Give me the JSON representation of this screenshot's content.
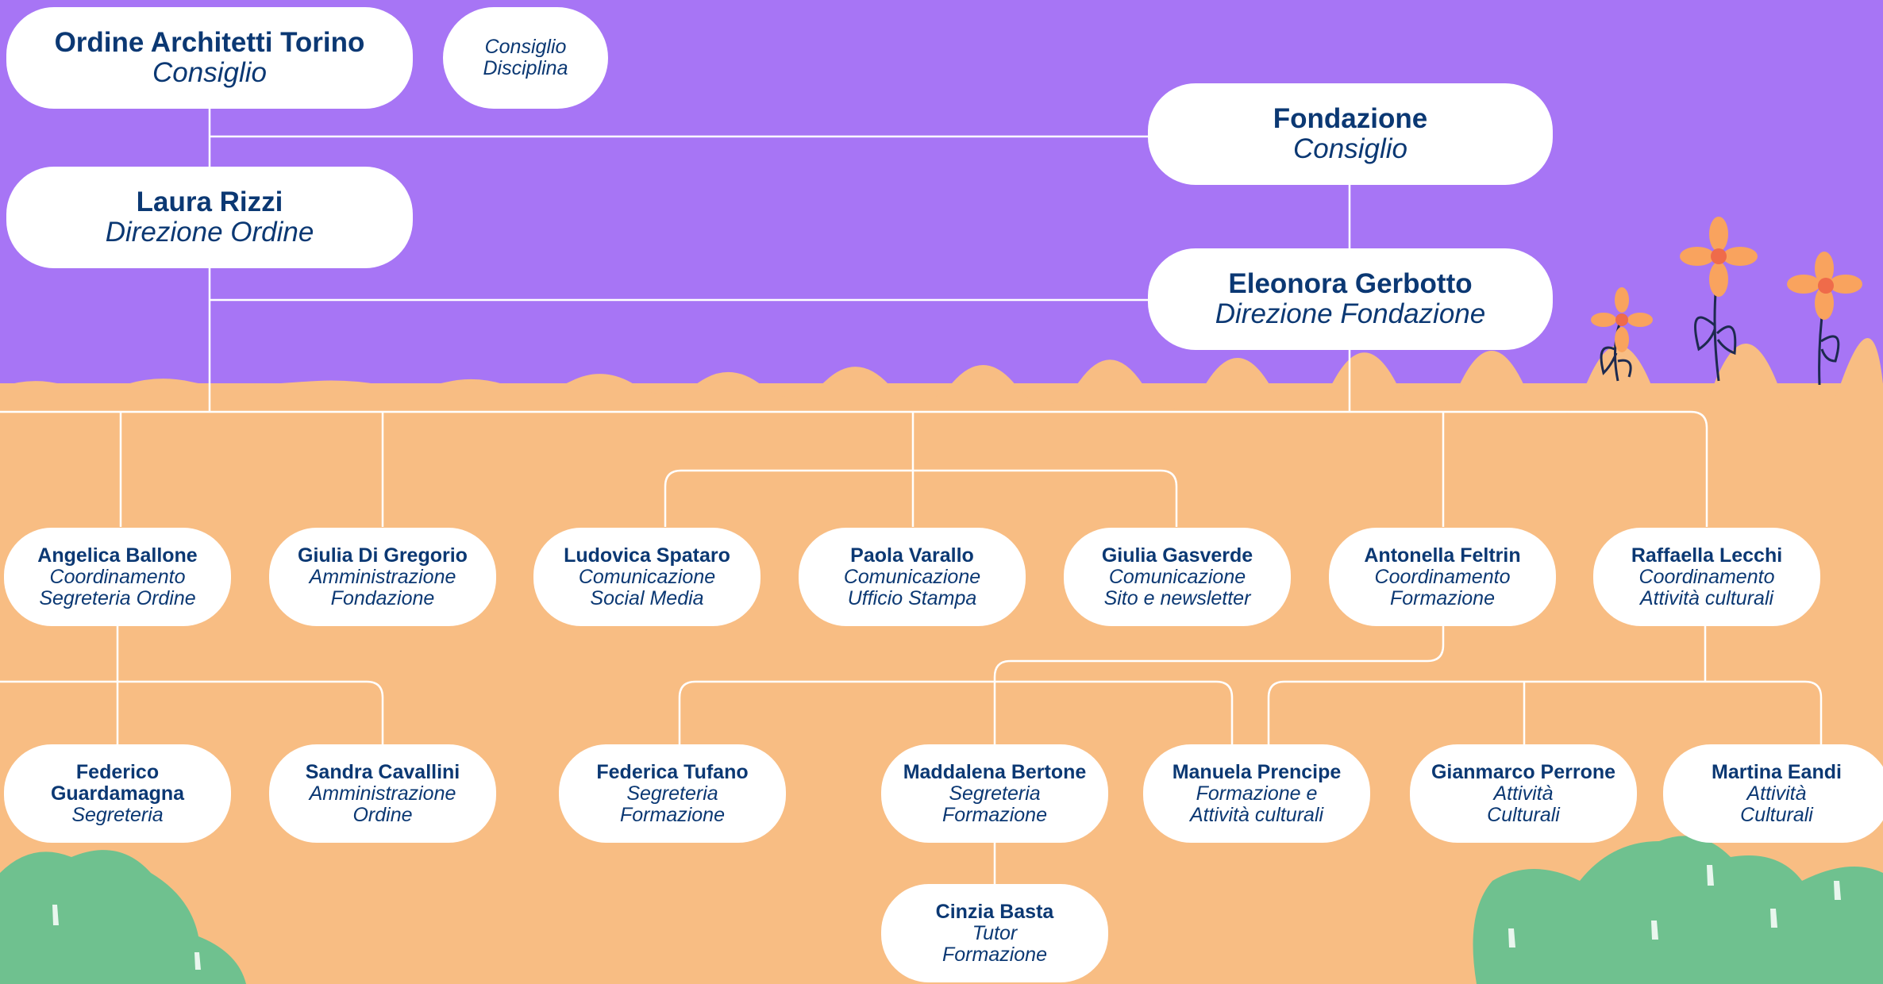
{
  "colors": {
    "sky": "#a775f5",
    "ground": "#f8bd83",
    "line": "#ffffff",
    "node_bg": "#ffffff",
    "text": "#0b3873",
    "bush": "#6fc18f",
    "flower": "#f9a35e",
    "flower_center": "#ef6b4a",
    "stem": "#1d2a4f"
  },
  "decorations": [
    "flower-icon",
    "flower-icon",
    "flower-icon",
    "bush-icon",
    "bush-icon"
  ],
  "nodes": {
    "ordine": {
      "name": "Ordine Architetti Torino",
      "role": "Consiglio"
    },
    "disciplina": {
      "line1": "Consiglio",
      "line2": "Disciplina"
    },
    "rizzi": {
      "name": "Laura Rizzi",
      "role": "Direzione Ordine"
    },
    "fondazione": {
      "name": "Fondazione",
      "role": "Consiglio"
    },
    "gerbotto": {
      "name": "Eleonora Gerbotto",
      "role": "Direzione Fondazione"
    },
    "ballone": {
      "name": "Angelica Ballone",
      "role1": "Coordinamento",
      "role2": "Segreteria Ordine"
    },
    "digregorio": {
      "name": "Giulia Di Gregorio",
      "role1": "Amministrazione",
      "role2": "Fondazione"
    },
    "spataro": {
      "name": "Ludovica Spataro",
      "role1": "Comunicazione",
      "role2": "Social Media"
    },
    "varallo": {
      "name": "Paola Varallo",
      "role1": "Comunicazione",
      "role2": "Ufficio Stampa"
    },
    "gasverde": {
      "name": "Giulia Gasverde",
      "role1": "Comunicazione",
      "role2": "Sito e newsletter"
    },
    "feltrin": {
      "name": "Antonella Feltrin",
      "role1": "Coordinamento",
      "role2": "Formazione"
    },
    "lecchi": {
      "name": "Raffaella Lecchi",
      "role1": "Coordinamento",
      "role2": "Attività culturali"
    },
    "guardamagna": {
      "name1": "Federico",
      "name2": "Guardamagna",
      "role": "Segreteria"
    },
    "cavallini": {
      "name": "Sandra Cavallini",
      "role1": "Amministrazione",
      "role2": "Ordine"
    },
    "tufano": {
      "name": "Federica Tufano",
      "role1": "Segreteria",
      "role2": "Formazione"
    },
    "bertone": {
      "name": "Maddalena Bertone",
      "role1": "Segreteria",
      "role2": "Formazione"
    },
    "prencipe": {
      "name": "Manuela Prencipe",
      "role1": "Formazione e",
      "role2": "Attività culturali"
    },
    "perrone": {
      "name": "Gianmarco Perrone",
      "role1": "Attività",
      "role2": "Culturali"
    },
    "eandi": {
      "name": "Martina Eandi",
      "role1": "Attività",
      "role2": "Culturali"
    },
    "basta": {
      "name": "Cinzia Basta",
      "role1": "Tutor",
      "role2": "Formazione"
    }
  }
}
